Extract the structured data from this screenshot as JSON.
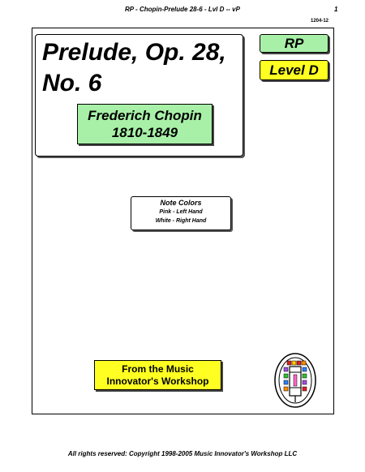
{
  "header": {
    "title": "RP - Chopin-Prelude 28-6 - Lvl D -- vP",
    "page_number": "1",
    "doc_code": "1204-12"
  },
  "title_box": {
    "line1": "Prelude, Op. 28,",
    "line2": "No. 6"
  },
  "composer": {
    "name": "Frederich Chopin",
    "dates": "1810-1849"
  },
  "badges": {
    "rp": "RP",
    "level": "Level D"
  },
  "note_colors": {
    "title": "Note Colors",
    "left_hand": "Pink - Left Hand",
    "right_hand": "White - Right Hand"
  },
  "workshop": {
    "line1": "From the Music",
    "line2": "Innovator's Workshop"
  },
  "logo": {
    "icon": "music-innovators-logo-icon"
  },
  "footer": {
    "text": "All rights reserved:  Copyright 1998-2005  Music Innovator's Workshop  LLC"
  },
  "colors": {
    "green": "#a8f0a8",
    "yellow": "#ffff22"
  }
}
